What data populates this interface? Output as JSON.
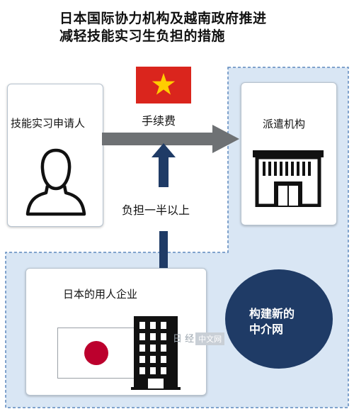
{
  "title": {
    "line1": "日本国际协力机构及越南政府推进",
    "line2": "减轻技能实习生负担的措施"
  },
  "applicant": {
    "label": "技能实习申请人"
  },
  "fee_label": "手续费",
  "burden_label": "负担一半以上",
  "agency": {
    "label": "派遣机构"
  },
  "employer": {
    "label": "日本的用人企业"
  },
  "network": {
    "line1": "构建新的",
    "line2": "中介网"
  },
  "watermark": {
    "text": "日 经",
    "badge": "中文网"
  },
  "colors": {
    "navy": "#1f3b66",
    "gray_arrow": "#6e7174",
    "region_fill": "#d9e6f4",
    "region_border": "#5d89bd",
    "vietnam_red": "#da251d",
    "vietnam_star": "#ffcd00",
    "japan_red": "#bc002d"
  }
}
